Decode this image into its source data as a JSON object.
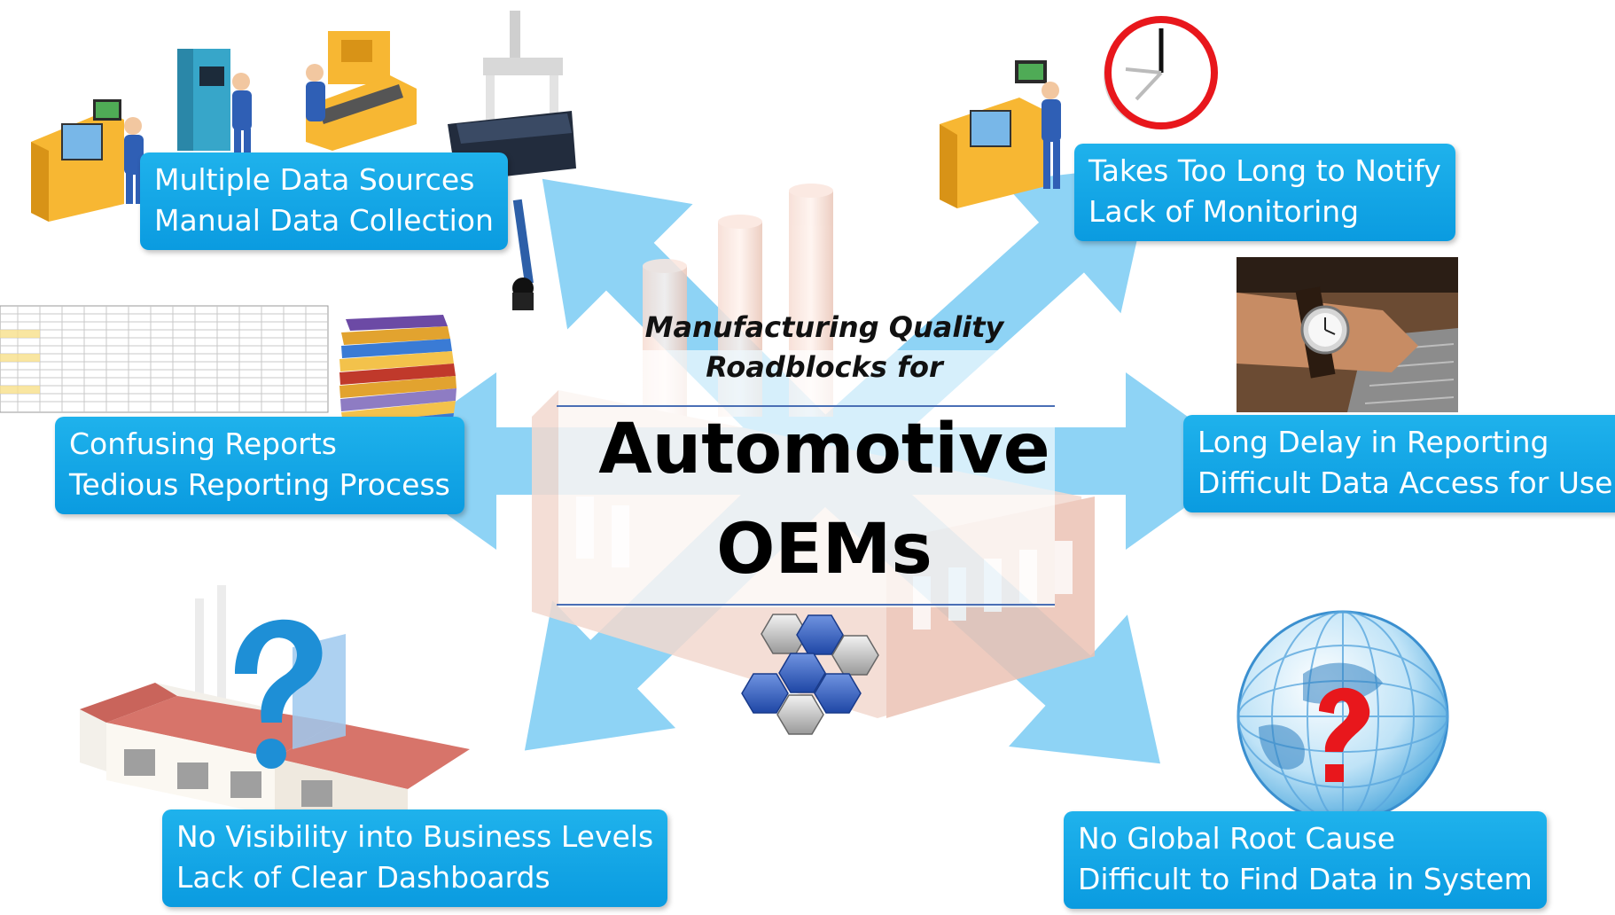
{
  "center": {
    "subtitle_line1": "Manufacturing Quality",
    "subtitle_line2": "Roadblocks for",
    "title_line1": "Automotive",
    "title_line2": "OEMs"
  },
  "roadblocks": {
    "top_left": {
      "line1": "Multiple Data Sources",
      "line2": "Manual Data Collection"
    },
    "top_right": {
      "line1": "Takes Too Long to Notify",
      "line2": "Lack of Monitoring"
    },
    "mid_left": {
      "line1": "Confusing Reports",
      "line2": "Tedious Reporting Process"
    },
    "mid_right": {
      "line1": "Long Delay in Reporting",
      "line2": "Difficult Data Access for Users"
    },
    "bottom_left": {
      "line1": "No Visibility into Business Levels",
      "line2": "Lack of Clear Dashboards"
    },
    "bottom_right": {
      "line1": "No Global Root Cause",
      "line2": "Difficult to Find Data in System"
    }
  },
  "colors": {
    "arrow": "#8ed3f5",
    "label_box": "#0fa5e6",
    "rule": "#4a6fb5",
    "factory": "#f3d9cf",
    "clock_ring": "#e8171c",
    "question_blue": "#1e8fd6",
    "question_red": "#e8171c",
    "hex_blue": "#2a55b5"
  },
  "icons": {
    "top_left": "machine-operators-icon",
    "top_right": "clock-machine-icon",
    "mid_left": "spreadsheet-files-icon",
    "mid_right": "wristwatch-photo-icon",
    "bottom_left": "factory-question-icon",
    "bottom_right": "globe-question-icon",
    "center": "factory-hexagon-logo-icon"
  }
}
